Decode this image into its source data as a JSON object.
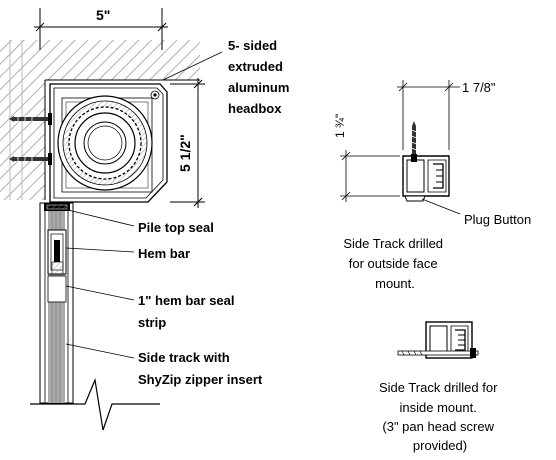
{
  "dimensions": {
    "headbox_width": "5\"",
    "headbox_height": "5 1/2\"",
    "track_width": "1 7/8\"",
    "track_depth": "1 ¾\""
  },
  "callouts": {
    "headbox": [
      "5- sided",
      "extruded",
      "aluminum",
      "headbox"
    ],
    "pile_seal": "Pile top seal",
    "hem_bar": "Hem bar",
    "hem_seal": [
      "1\" hem bar seal",
      "strip"
    ],
    "side_track": [
      "Side track with",
      "ShyZip zipper insert"
    ],
    "plug_button": "Plug Button"
  },
  "captions": {
    "outside_mount": [
      "Side Track drilled",
      "for outside face",
      "mount."
    ],
    "inside_mount": [
      "Side Track drilled for",
      "inside mount.",
      "(3\" pan head screw",
      "provided)"
    ]
  },
  "colors": {
    "line": "#000000",
    "hatch": "#9a9a9a",
    "fabric": "#a9a9a9",
    "screw": "#333333"
  }
}
